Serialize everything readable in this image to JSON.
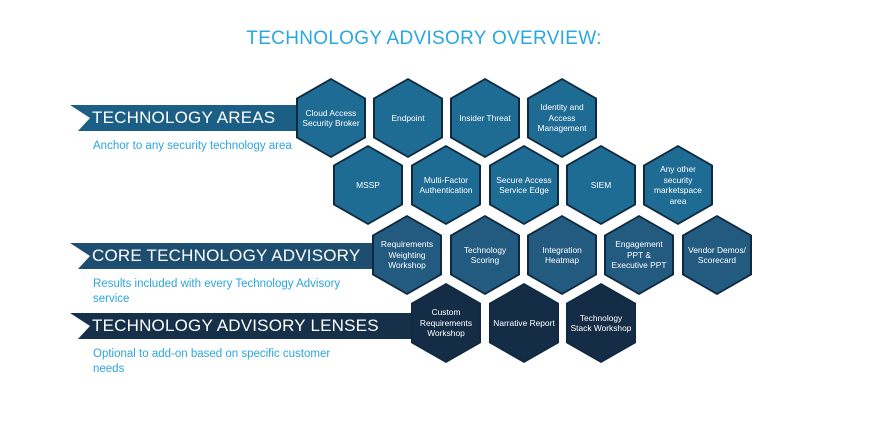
{
  "title": "TECHNOLOGY ADVISORY OVERVIEW:",
  "sections": [
    {
      "label": "TECHNOLOGY AREAS",
      "description": "Anchor to any security technology area"
    },
    {
      "label": "CORE TECHNOLOGY ADVISORY",
      "description": "Results included with every Technology Advisory service"
    },
    {
      "label": "TECHNOLOGY ADVISORY LENSES",
      "description": "Optional to add-on based on specific customer needs"
    }
  ],
  "technology_areas": {
    "row1": [
      "Cloud Access Security Broker",
      "Endpoint",
      "Insider Threat",
      "Identity and Access Management"
    ],
    "row2": [
      "MSSP",
      "Multi-Factor Authentication",
      "Secure Access Service Edge",
      "SIEM",
      "Any other security marketspace area"
    ]
  },
  "core_advisory": [
    "Requirements Weighting Workshop",
    "Technology Scoring",
    "Integration Heatmap",
    "Engagement PPT & Executive PPT",
    "Vendor Demos/ Scorecard"
  ],
  "lenses": [
    "Custom Requirements Workshop",
    "Narrative Report",
    "Technology Stack Workshop"
  ],
  "colors": {
    "title": "#29a8e0",
    "areas_banner": "#1b5f86",
    "core_banner": "#1d4d6f",
    "lenses_banner": "#16304a",
    "hex_area": "#1e6b94",
    "hex_core": "#235a80",
    "hex_lens": "#142c46"
  }
}
